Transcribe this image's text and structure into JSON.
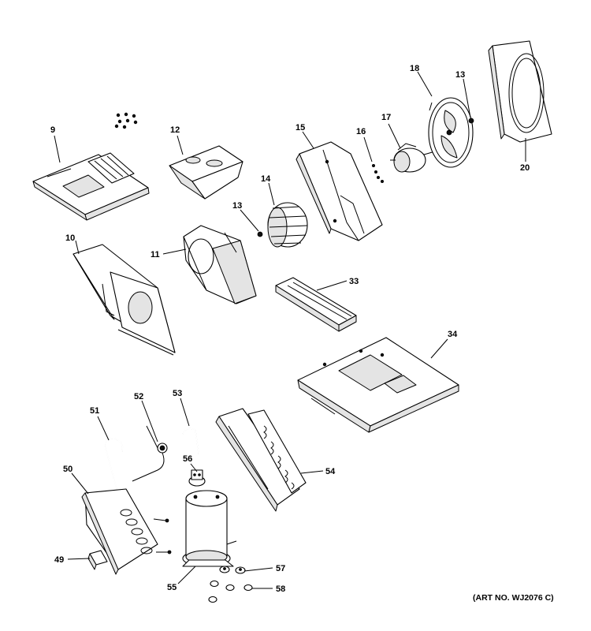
{
  "diagram": {
    "art_number": "(ART NO. WJ2076 C)",
    "callouts": {
      "c9": "9",
      "c10": "10",
      "c11": "11",
      "c12": "12",
      "c13a": "13",
      "c13b": "13",
      "c14": "14",
      "c15": "15",
      "c16": "16",
      "c17": "17",
      "c18": "18",
      "c20": "20",
      "c33": "33",
      "c34": "34",
      "c49": "49",
      "c50": "50",
      "c51": "51",
      "c52": "52",
      "c53": "53",
      "c54": "54",
      "c55": "55",
      "c56": "56",
      "c57": "57",
      "c58": "58"
    }
  }
}
